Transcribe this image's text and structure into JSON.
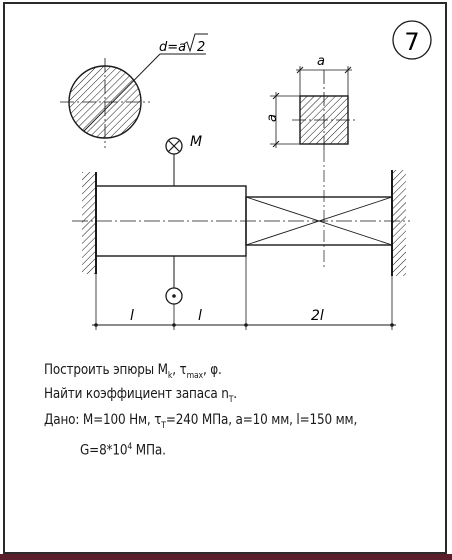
{
  "problem": {
    "number": "7",
    "labels": {
      "diameter": "d=a",
      "diameter_root": "2",
      "side_top": "a",
      "side_left": "a",
      "moment": "M",
      "seg1": "l",
      "seg2": "l",
      "seg3": "2l"
    },
    "text": {
      "line1_prefix": "Построить эпюры M",
      "line1_sub1": "k",
      "line1_mid": ", τ",
      "line1_sub2": "max",
      "line1_suffix": ", φ.",
      "line2_prefix": "Найти коэффициент запаса n",
      "line2_sub": "T",
      "line2_suffix": ".",
      "line3_prefix": "Дано: M=100 Нм, τ",
      "line3_sub": "T",
      "line3_suffix": "=240 МПа, a=10 мм, l=150 мм,",
      "line4_prefix": "G=8*10",
      "line4_sup": "4",
      "line4_suffix": " МПа."
    }
  }
}
